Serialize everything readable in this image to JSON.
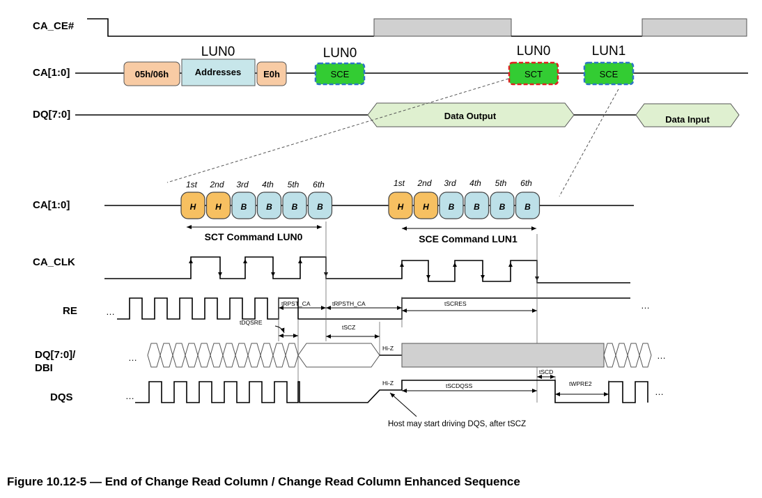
{
  "signals": {
    "ca_ce": "CA_CE#",
    "ca_top": "CA[1:0]",
    "dq_top": "DQ[7:0]",
    "ca_detail": "CA[1:0]",
    "ca_clk": "CA_CLK",
    "re": "RE",
    "dq_dbi_line1": "DQ[7:0]/",
    "dq_dbi_line2": "DBI",
    "dqs": "DQS"
  },
  "top_boxes": {
    "cmd_05h": "05h/06h",
    "addresses": "Addresses",
    "e0h": "E0h",
    "sce1": "SCE",
    "sct": "SCT",
    "sce2": "SCE",
    "data_output": "Data Output",
    "data_input": "Data Input"
  },
  "lun_labels": {
    "addresses": "LUN0",
    "sce1": "LUN0",
    "sct": "LUN0",
    "sce2": "LUN1"
  },
  "cycle_ordinals": [
    "1st",
    "2nd",
    "3rd",
    "4th",
    "5th",
    "6th"
  ],
  "cycle_letters": [
    "H",
    "H",
    "B",
    "B",
    "B",
    "B"
  ],
  "commands": {
    "sct": "SCT Command LUN0",
    "sce": "SCE Command LUN1"
  },
  "timings": {
    "trpst_ca": "tRPST_CA",
    "trpsth_ca": "tRPSTH_CA",
    "tscres": "tSCRES",
    "tdqsre": "tDQSRE",
    "tscz": "tSCZ",
    "tscdqss": "tSCDQSS",
    "tscd": "tSCD",
    "twpre2": "tWPRE2",
    "hiz_dq": "Hi-Z",
    "hiz_dqs": "Hi-Z"
  },
  "ellipsis": "…",
  "annotation": "Host may start driving DQS, after tSCZ",
  "caption": "Figure 10.12-5 — End of Change Read Column / Change Read Column Enhanced Sequence",
  "colors": {
    "orange": "#f8cba4",
    "teal": "#c7e6ea",
    "green": "#33cc33",
    "light_green": "#dff0d0",
    "gold": "#f7c061",
    "light_blue": "#bde0e8",
    "gray": "#d0d0d0",
    "blue_dash": "#2e74c6",
    "red_dash": "#e02020"
  }
}
